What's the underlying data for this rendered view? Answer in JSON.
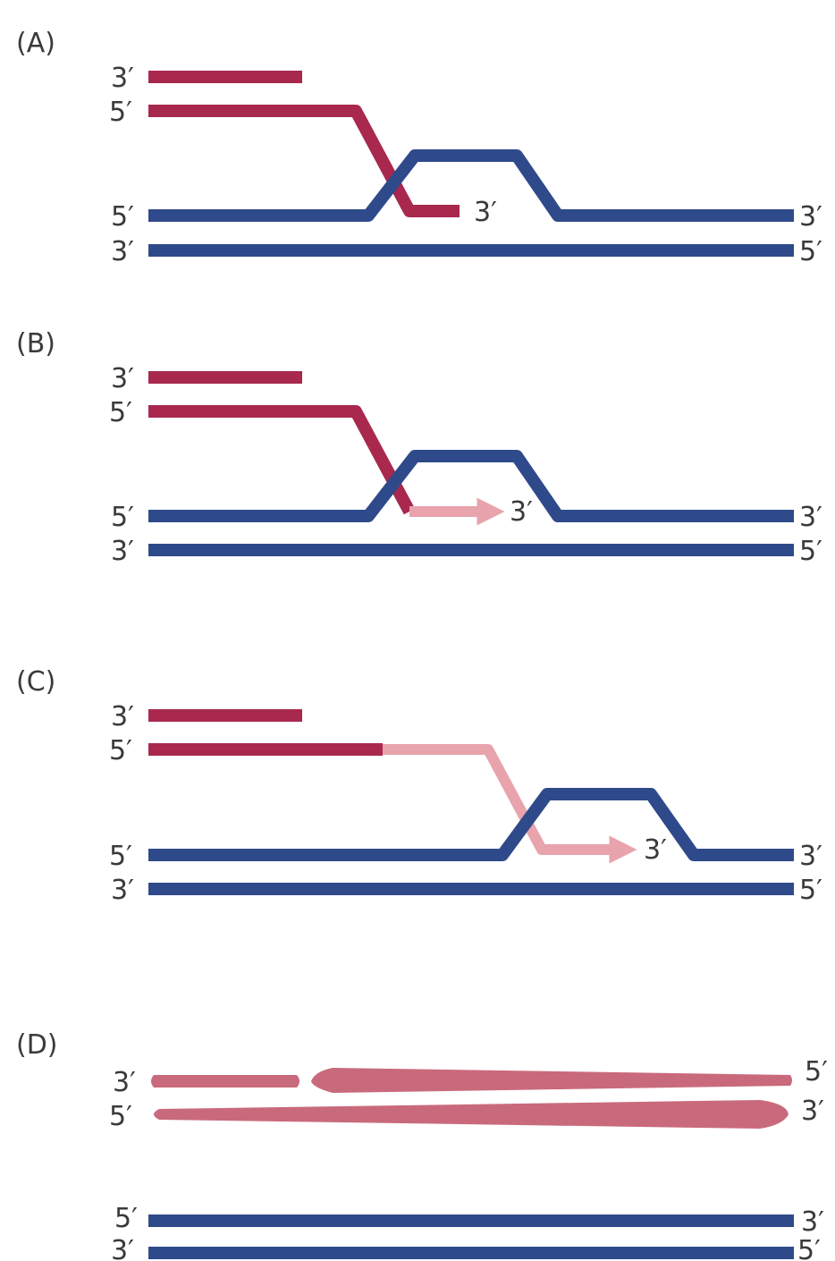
{
  "colors": {
    "template": "#2f4a8a",
    "invading": "#a8284e",
    "newly_synthesized": "#e8a3ac",
    "product": "#c96a7c",
    "text": "#3a3a3a"
  },
  "panels": {
    "A": {
      "label": "(A)",
      "invading_top_3": "3′",
      "invading_bottom_5": "5′",
      "template_top_5": "5′",
      "template_bottom_3": "3′",
      "template_top_right_3": "3′",
      "template_bottom_right_5": "5′",
      "invading_tip_3": "3′"
    },
    "B": {
      "label": "(B)",
      "invading_top_3": "3′",
      "invading_bottom_5": "5′",
      "template_top_5": "5′",
      "template_bottom_3": "3′",
      "template_top_right_3": "3′",
      "template_bottom_right_5": "5′",
      "arrow_tip_3": "3′"
    },
    "C": {
      "label": "(C)",
      "invading_top_3": "3′",
      "invading_bottom_5": "5′",
      "template_top_5": "5′",
      "template_bottom_3": "3′",
      "template_top_right_3": "3′",
      "template_bottom_right_5": "5′",
      "arrow_tip_3": "3′"
    },
    "D": {
      "label": "(D)",
      "product_top_left_3": "3′",
      "product_top_right_5": "5′",
      "product_bottom_left_5": "5′",
      "product_bottom_right_3": "3′",
      "template_top_left_5": "5′",
      "template_top_right_3": "3′",
      "template_bottom_left_3": "3′",
      "template_bottom_right_5": "5′"
    }
  }
}
